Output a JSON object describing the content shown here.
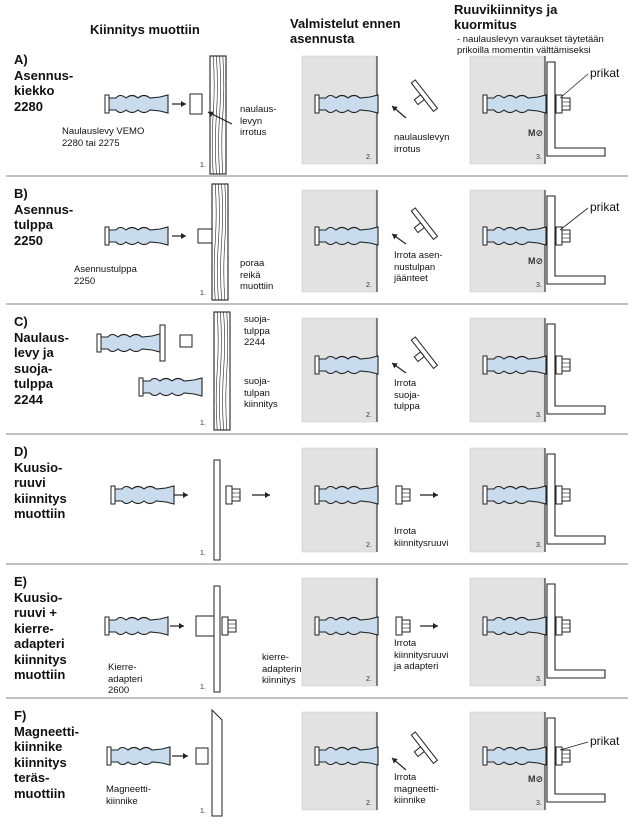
{
  "headers": {
    "col1": "Kiinnitys muottiin",
    "col2_line1": "Valmistelut ennen",
    "col2_line2": "asennusta",
    "col3_line1": "Ruuvikiinnitys ja",
    "col3_line2": "kuormitus",
    "col3_note_line1": "-  naulauslevyn varaukset täytetään",
    "col3_note_line2": "prikoilla momentin välttämiseksi"
  },
  "rows": [
    {
      "title": [
        "A)",
        "Asennus-",
        "kiekko",
        "2280"
      ],
      "col1_labels": [
        [
          "Naulauslevy VEMO",
          "2280 tai 2275"
        ],
        [
          "naulaus-",
          "levyn",
          "irrotus"
        ]
      ],
      "col2_labels": [
        [
          "naulauslevyn",
          "irrotus"
        ]
      ],
      "col3_label": "prikat",
      "moment": "M⊘"
    },
    {
      "title": [
        "B)",
        "Asennus-",
        "tulppa",
        "2250"
      ],
      "col1_labels": [
        [
          "Asennustulppa",
          "2250"
        ],
        [
          "poraa",
          "reikä",
          "muottiin"
        ]
      ],
      "col2_labels": [
        [
          "Irrota asen-",
          "nustulpan",
          "jäänteet"
        ]
      ],
      "col3_label": "prikat",
      "moment": "M⊘"
    },
    {
      "title": [
        "C)",
        "Naulaus-",
        "levy ja",
        "suoja-",
        "tulppa",
        "2244"
      ],
      "col1_labels": [
        [
          "suoja-",
          "tulppa",
          "2244"
        ],
        [
          "suoja-",
          "tulpan",
          "kiinnitys"
        ]
      ],
      "col2_labels": [
        [
          "Irrota",
          "suoja-",
          "tulppa"
        ]
      ],
      "col3_label": "",
      "moment": ""
    },
    {
      "title": [
        "D)",
        "Kuusio-",
        "ruuvi",
        "kiinnitys",
        "muottiin"
      ],
      "col1_labels": [],
      "col2_labels": [
        [
          "Irrota",
          "kiinnitysruuvi"
        ]
      ],
      "col3_label": "",
      "moment": ""
    },
    {
      "title": [
        "E)",
        "Kuusio-",
        "ruuvi +",
        "kierre-",
        "adapteri",
        "kiinnitys",
        "muottiin"
      ],
      "col1_labels": [
        [
          "Kierre-",
          "adapteri",
          "2600"
        ],
        [
          "kierre-",
          "adapterin",
          "kiinnitys"
        ]
      ],
      "col2_labels": [
        [
          "Irrota",
          "kiinnitysruuvi",
          "ja adapteri"
        ]
      ],
      "col3_label": "",
      "moment": ""
    },
    {
      "title": [
        "F)",
        "Magneetti-",
        "kiinnike",
        "kiinnitys",
        "teräs-",
        "muottiin"
      ],
      "col1_labels": [
        [
          "Magneetti-",
          "kiinnike"
        ]
      ],
      "col2_labels": [
        [
          "Irrota",
          "magneetti-",
          "kiinnike"
        ]
      ],
      "col3_label": "prikat",
      "moment": "M⊘"
    }
  ],
  "step_numbers": [
    "1.",
    "2.",
    "3."
  ],
  "colors": {
    "anchor_fill": "#c9dcee",
    "concrete_fill": "#e2e2e2",
    "line": "#222222",
    "divider": "#9a9a9a"
  }
}
